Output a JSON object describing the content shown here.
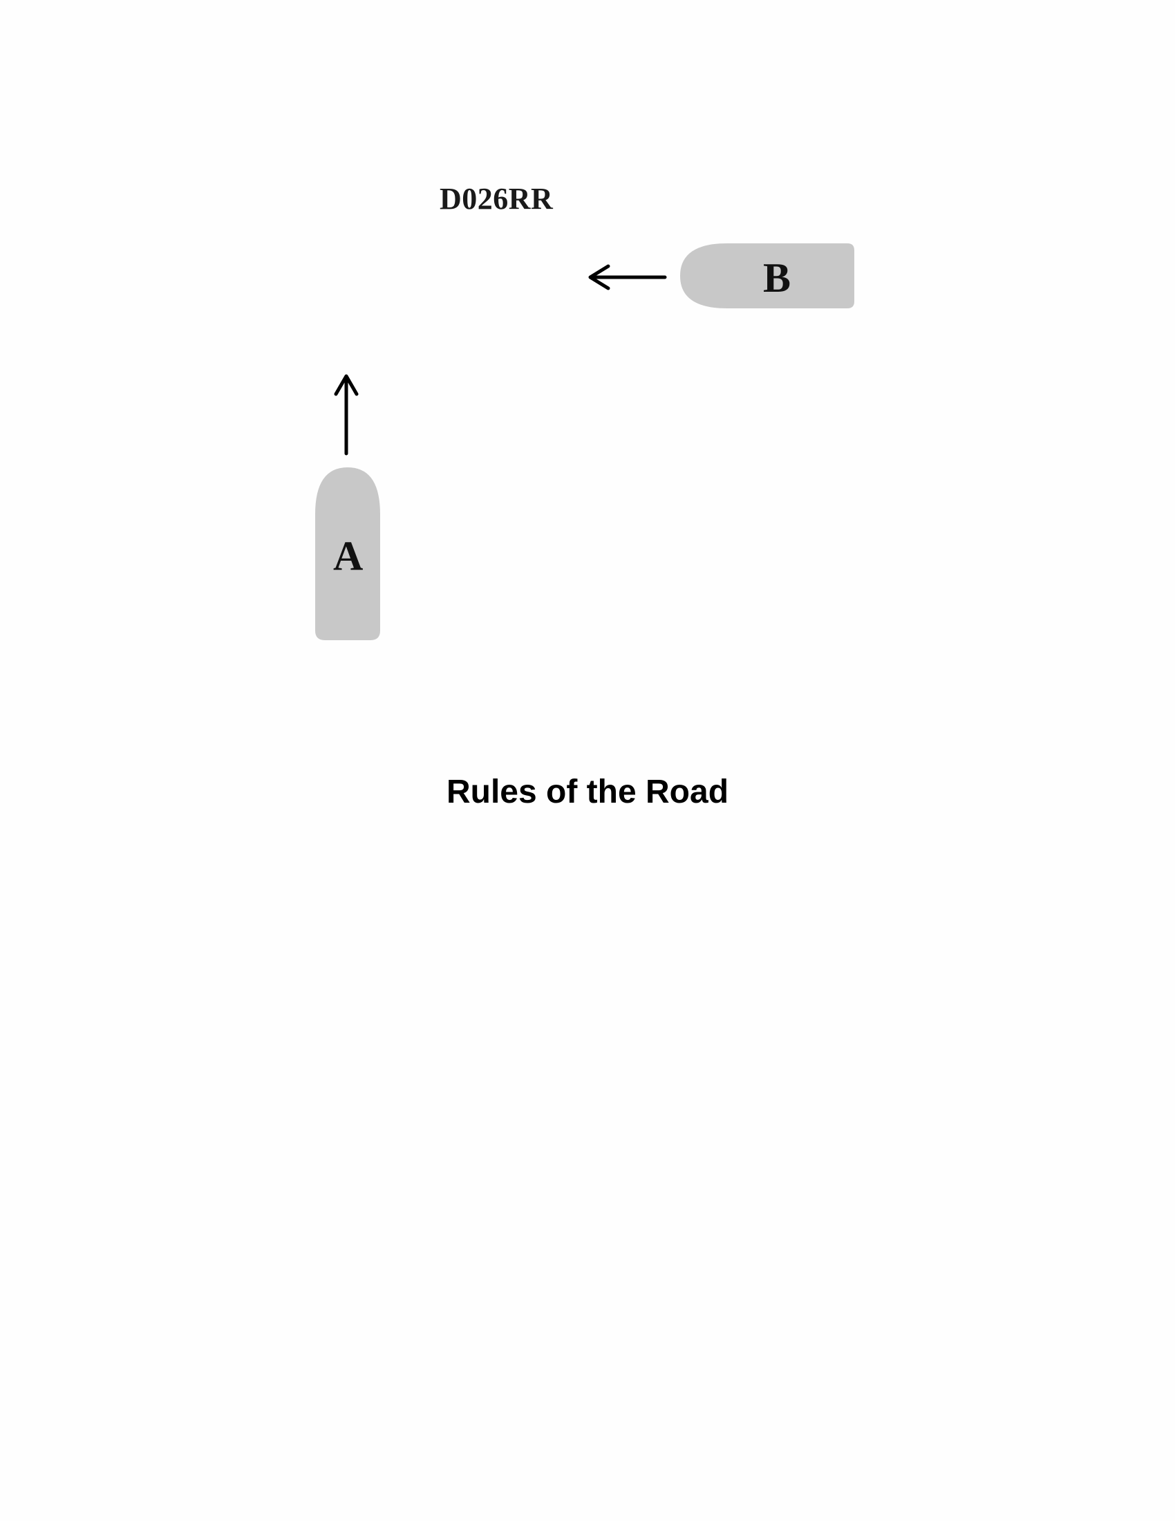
{
  "diagram": {
    "code": "D026RR",
    "caption": "Rules of the Road",
    "vessels": [
      {
        "label": "B",
        "heading": "west"
      },
      {
        "label": "A",
        "heading": "north"
      }
    ],
    "colors": {
      "hull": "#c8c8c8",
      "arrow": "#000000",
      "text": "#111111",
      "background": "#fefefe"
    }
  }
}
